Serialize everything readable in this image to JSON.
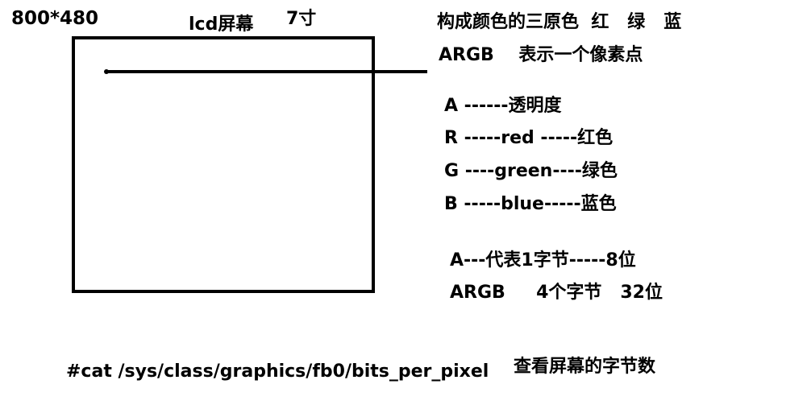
{
  "resolution": "800*480",
  "screen_label": "lcd屏幕",
  "screen_size": "7寸",
  "primary_colors": "构成颜色的三原色  红   绿   蓝",
  "argb_pixel": "ARGB    表示一个像素点",
  "channels": [
    "A ------透明度",
    "R -----red -----红色",
    "G ----green----绿色",
    "B -----blue-----蓝色"
  ],
  "byte_line": "A---代表1字节-----8位",
  "argb_bytes": "ARGB     4个字节   32位",
  "command": "#cat /sys/class/graphics/fb0/bits_per_pixel",
  "command_note": "查看屏幕的字节数"
}
